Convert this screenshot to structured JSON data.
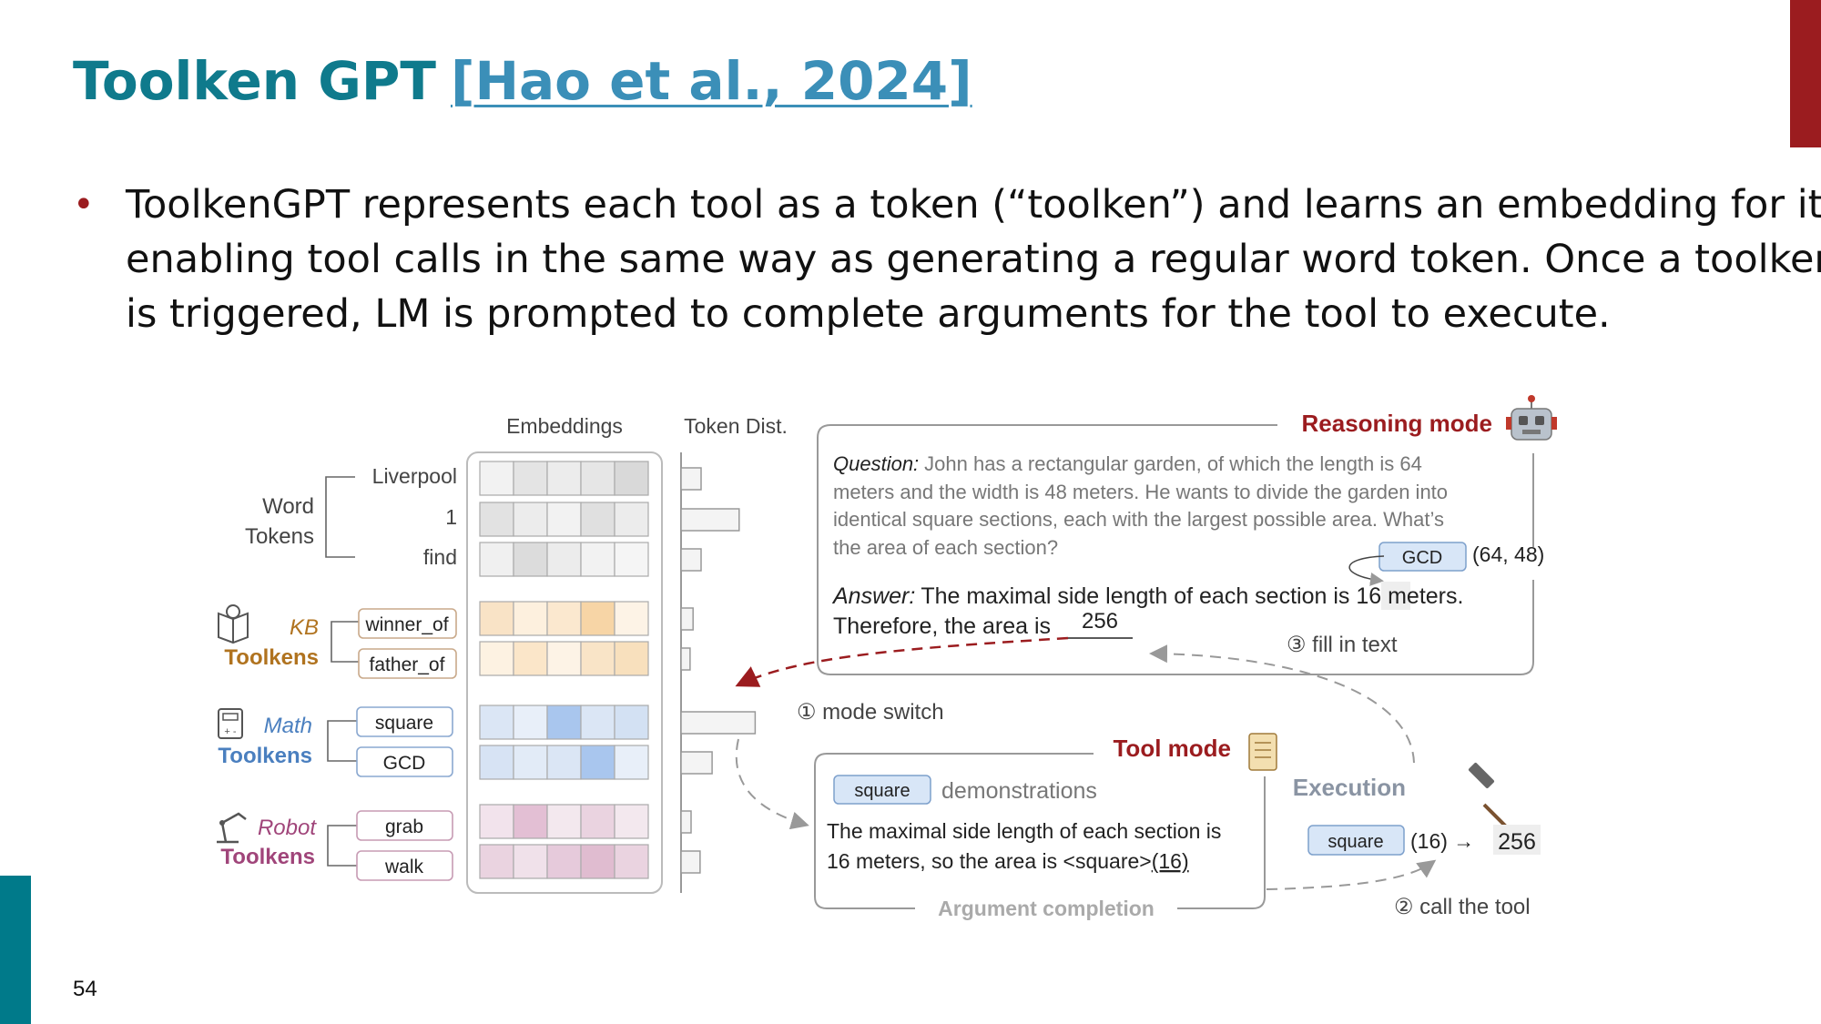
{
  "slide": {
    "title": "Toolken GPT",
    "citation": "[Hao et al., 2024]",
    "bullet_lines": [
      "ToolkenGPT represents each tool as a token (“toolken”) and learns an embedding for it,",
      "enabling tool calls in the same way as generating a regular word token.  Once a toolken",
      "is triggered, LM is prompted to complete arguments for the tool to execute."
    ],
    "page_number": "54"
  },
  "colors": {
    "title": "#0f7a8c",
    "citation": "#3b8fb8",
    "accent_red": "#9b1c1f",
    "accent_teal": "#007a8a",
    "kb": "#b0731f",
    "math": "#4a7fbf",
    "robot": "#a0457a"
  },
  "figure": {
    "headers": {
      "embeddings": "Embeddings",
      "token_dist": "Token Dist."
    },
    "word_tokens": {
      "label_line1": "Word",
      "label_line2": "Tokens",
      "rows": [
        "Liverpool",
        "1",
        "find"
      ]
    },
    "kb": {
      "label_line1": "KB",
      "label_line2": "Toolkens",
      "rows": [
        "winner_of",
        "father_of"
      ],
      "icon": "book-lightbulb-icon"
    },
    "math": {
      "label_line1": "Math",
      "label_line2": "Toolkens",
      "rows": [
        "square",
        "GCD"
      ],
      "icon": "calculator-icon"
    },
    "robot": {
      "label_line1": "Robot",
      "label_line2": "Toolkens",
      "rows": [
        "grab",
        "walk"
      ],
      "icon": "robot-arm-icon"
    },
    "token_dist_values": [
      0.2,
      0.58,
      0.2,
      0.12,
      0.09,
      0.74,
      0.31,
      0.1,
      0.19
    ],
    "reasoning": {
      "title": "Reasoning mode",
      "icon": "robot-icon",
      "question_label": "Question:",
      "question_lines": [
        "John has a rectangular garden, of which the length is 64",
        "meters and the width is 48 meters. He wants to divide the garden into",
        "identical square sections, each with the largest possible area. What’s",
        "the area of each section?"
      ],
      "gcd_tag": "GCD",
      "gcd_args": "(64, 48)",
      "answer_label": "Answer:",
      "answer_line1_pre": "The maximal side length of each section is ",
      "answer_highlight": "16",
      "answer_line1_post": " meters.",
      "answer_line2": "Therefore, the area is",
      "answer_blank": "256",
      "fill_in_text": "③ fill in text"
    },
    "mode_switch": "① mode switch",
    "tool_mode": {
      "title": "Tool mode",
      "icon": "scroll-icon",
      "tag": "square",
      "demonstrations": "demonstrations",
      "line1": "The maximal side length of each section is",
      "line2_pre": "16 meters, so the area is <square>",
      "line2_arg": "(16)",
      "footer": "Argument completion"
    },
    "execution": {
      "title": "Execution",
      "icon": "hammer-icon",
      "tag": "square",
      "args": "(16) →",
      "result": "256",
      "call_tool": "② call the tool"
    }
  }
}
